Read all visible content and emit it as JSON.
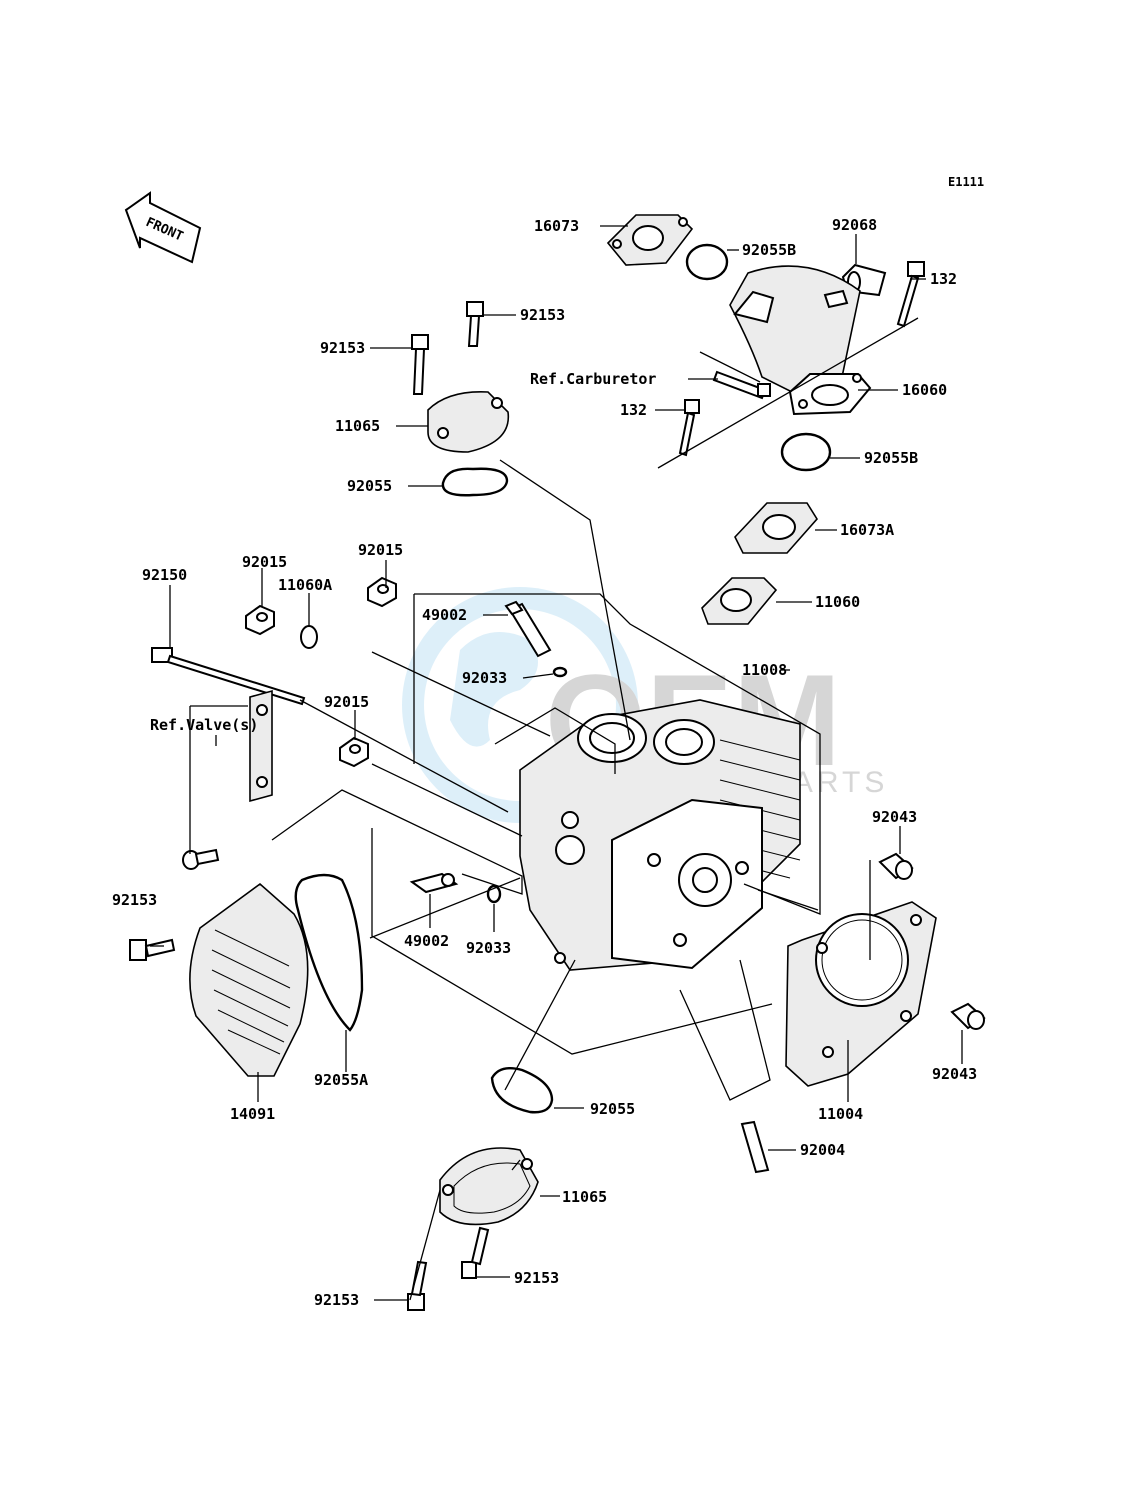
{
  "diagram_code": "E1111",
  "front_label": "FRONT",
  "watermark": {
    "logo_text": "OEM",
    "sub_text": "MOTORPARTS"
  },
  "callouts": [
    {
      "id": "c01",
      "text": "16073"
    },
    {
      "id": "c02",
      "text": "92055B"
    },
    {
      "id": "c03",
      "text": "92068"
    },
    {
      "id": "c04",
      "text": "132"
    },
    {
      "id": "c05",
      "text": "92153"
    },
    {
      "id": "c06",
      "text": "92153"
    },
    {
      "id": "c07",
      "text": "Ref.Carburetor"
    },
    {
      "id": "c08",
      "text": "132"
    },
    {
      "id": "c09",
      "text": "16060"
    },
    {
      "id": "c10",
      "text": "11065"
    },
    {
      "id": "c11",
      "text": "92055B"
    },
    {
      "id": "c12",
      "text": "92055"
    },
    {
      "id": "c13",
      "text": "16073A"
    },
    {
      "id": "c14",
      "text": "92015"
    },
    {
      "id": "c15",
      "text": "92015"
    },
    {
      "id": "c16",
      "text": "92150"
    },
    {
      "id": "c17",
      "text": "11060A"
    },
    {
      "id": "c18",
      "text": "49002"
    },
    {
      "id": "c19",
      "text": "11060"
    },
    {
      "id": "c20",
      "text": "92033"
    },
    {
      "id": "c21",
      "text": "11008"
    },
    {
      "id": "c22",
      "text": "92015"
    },
    {
      "id": "c23",
      "text": "Ref.Valve(s)"
    },
    {
      "id": "c24",
      "text": "92043"
    },
    {
      "id": "c25",
      "text": "92153"
    },
    {
      "id": "c26",
      "text": "49002"
    },
    {
      "id": "c27",
      "text": "92033"
    },
    {
      "id": "c28",
      "text": "92043"
    },
    {
      "id": "c29",
      "text": "92055A"
    },
    {
      "id": "c30",
      "text": "14091"
    },
    {
      "id": "c31",
      "text": "92055"
    },
    {
      "id": "c32",
      "text": "11004"
    },
    {
      "id": "c33",
      "text": "92004"
    },
    {
      "id": "c34",
      "text": "11065"
    },
    {
      "id": "c35",
      "text": "92153"
    },
    {
      "id": "c36",
      "text": "92153"
    }
  ]
}
